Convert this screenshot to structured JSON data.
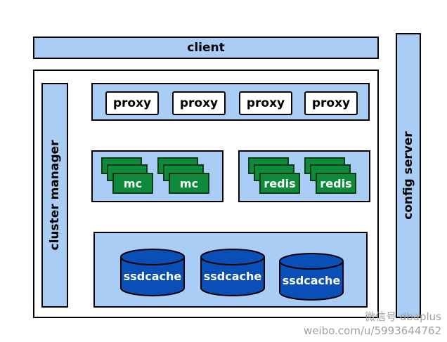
{
  "client": "client",
  "config_server": "config server",
  "cluster_manager": "cluster manager",
  "proxies": [
    "proxy",
    "proxy",
    "proxy",
    "proxy"
  ],
  "mc_nodes": [
    "mc",
    "mc"
  ],
  "redis_nodes": [
    "redis",
    "redis"
  ],
  "ssdcache_nodes": [
    "ssdcache",
    "ssdcache",
    "ssdcache"
  ],
  "watermark": {
    "line1": "微信号 dbaplus",
    "line2": "weibo.com/u/5993644762"
  },
  "colors": {
    "panel_blue": "#a9cdf5",
    "node_green": "#0e8a3a",
    "cylinder_blue": "#0a4fb8"
  }
}
